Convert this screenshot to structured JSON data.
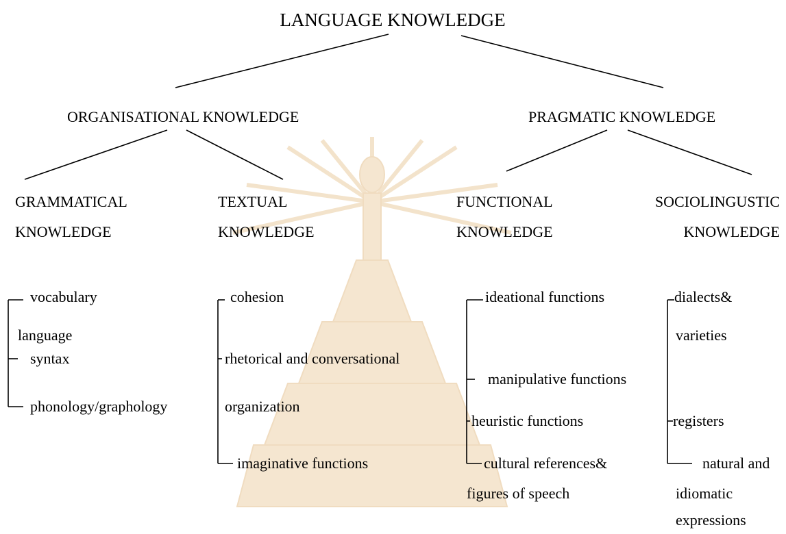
{
  "root": {
    "label": "LANGUAGE KNOWLEDGE"
  },
  "branches": {
    "organisational": {
      "label": "ORGANISATIONAL KNOWLEDGE"
    },
    "pragmatic": {
      "label": "PRAGMATIC KNOWLEDGE"
    }
  },
  "leaves": {
    "grammatical": {
      "line1": "GRAMMATICAL",
      "line2": "KNOWLEDGE",
      "items": [
        "vocabulary",
        "language",
        "syntax",
        "phonology/graphology"
      ]
    },
    "textual": {
      "line1": "TEXTUAL",
      "line2": "KNOWLEDGE",
      "items": [
        "cohesion",
        "rhetorical and conversational",
        "organization",
        "imaginative functions"
      ]
    },
    "functional": {
      "line1": "FUNCTIONAL",
      "line2": "KNOWLEDGE",
      "items": [
        "ideational functions",
        "manipulative functions",
        "heuristic functions",
        "cultural references&",
        "figures of speech"
      ]
    },
    "sociolinguistic": {
      "line1": "SOCIOLINGUSTIC",
      "line2": "KNOWLEDGE",
      "items": [
        "dialects&",
        "varieties",
        "registers",
        "natural and",
        "idiomatic",
        "expressions"
      ]
    }
  },
  "colors": {
    "text": "#000000",
    "watermark": "#f2e0c6"
  }
}
